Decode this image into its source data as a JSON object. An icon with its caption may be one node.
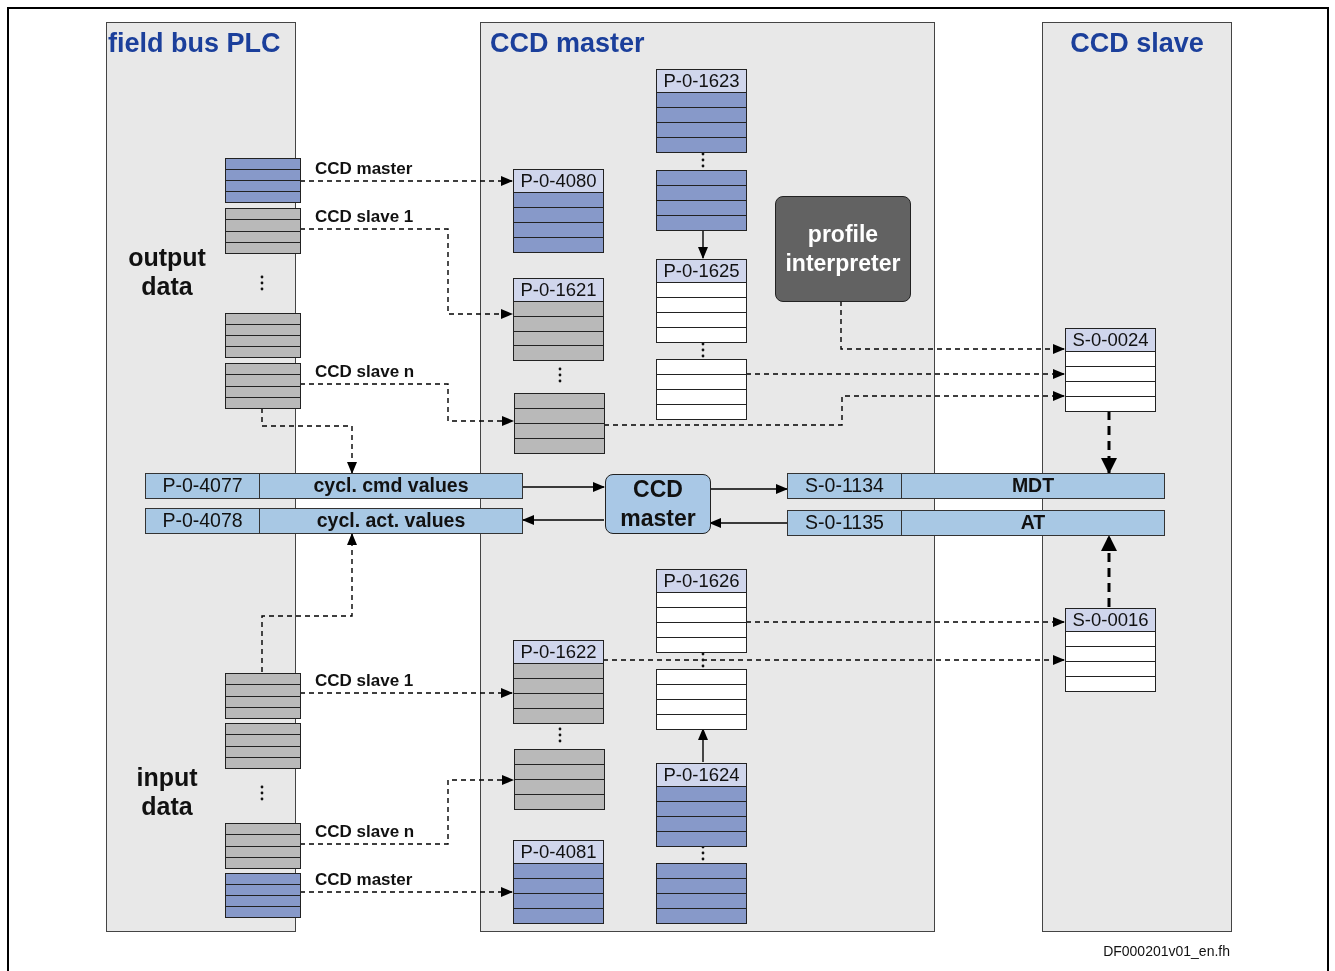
{
  "diagram": {
    "nodes": [
      {
        "text": [
          "field bus PLC"
        ]
      },
      {
        "text": [
          "CCD master"
        ]
      },
      {
        "text": [
          "CCD slave"
        ]
      },
      {
        "text": [],
        "shape": "box",
        "in": 0
      },
      {
        "text": [],
        "shape": "box",
        "in": 0
      },
      {
        "text": [],
        "shape": "box",
        "in": 0
      },
      {
        "text": [],
        "shape": "box",
        "in": 0
      },
      {
        "text": [],
        "shape": "box",
        "in": 0
      },
      {
        "text": [],
        "shape": "box",
        "in": 0
      },
      {
        "text": [],
        "shape": "box",
        "in": 0
      },
      {
        "text": [],
        "shape": "box",
        "in": 0
      },
      {
        "text": [
          "P-0-4080"
        ],
        "in": 1
      },
      {
        "text": [
          "P-0-1621"
        ],
        "in": 1
      },
      {
        "text": [],
        "shape": "box",
        "in": 1
      },
      {
        "text": [
          "P-0-1623"
        ],
        "in": 1
      },
      {
        "text": [],
        "shape": "box",
        "in": 1
      },
      {
        "text": [
          "P-0-1625"
        ],
        "in": 1
      },
      {
        "text": [],
        "shape": "box",
        "in": 1
      },
      {
        "text": [
          "profile interpreter"
        ],
        "in": 1
      },
      {
        "text": [
          "CCD master"
        ],
        "in": 1
      },
      {
        "text": [
          "P-0-1626"
        ],
        "in": 1
      },
      {
        "text": [
          "P-0-1622"
        ],
        "in": 1
      },
      {
        "text": [],
        "shape": "box",
        "in": 1
      },
      {
        "text": [],
        "shape": "box",
        "in": 1
      },
      {
        "text": [
          "P-0-1624"
        ],
        "in": 1
      },
      {
        "text": [
          "P-0-4081"
        ],
        "in": 1
      },
      {
        "text": [],
        "shape": "box",
        "in": 1
      },
      {
        "text": [
          "S-0-0024"
        ],
        "in": 2
      },
      {
        "text": [
          "S-0-0016"
        ],
        "in": 2
      },
      {
        "text": [
          "P-0-4077",
          "cycl. cmd values"
        ]
      },
      {
        "text": [
          "P-0-4078",
          "cycl. act. values"
        ]
      },
      {
        "text": [
          "S-0-1134",
          "MDT"
        ]
      },
      {
        "text": [
          "S-0-1135",
          "AT"
        ]
      }
    ],
    "edges": [
      {
        "from": 3,
        "to": 11,
        "arrow": "to",
        "label": "CCD master",
        "style": "dashed"
      },
      {
        "from": 4,
        "to": 12,
        "arrow": "to",
        "label": "CCD slave 1",
        "style": "dashed"
      },
      {
        "from": 6,
        "to": 13,
        "arrow": "to",
        "label": "CCD slave n",
        "style": "dashed"
      },
      {
        "from": 6,
        "to": 29,
        "arrow": "to",
        "style": "dashed"
      },
      {
        "from": 15,
        "to": 16,
        "arrow": "to"
      },
      {
        "from": 18,
        "to": 27,
        "arrow": "to",
        "style": "dashed"
      },
      {
        "from": 17,
        "to": 27,
        "arrow": "to",
        "style": "dashed"
      },
      {
        "from": 13,
        "to": 27,
        "arrow": "to",
        "style": "dashed"
      },
      {
        "from": 27,
        "to": 31,
        "arrow": "to",
        "style": "dashed"
      },
      {
        "from": 29,
        "to": 19,
        "arrow": "to"
      },
      {
        "from": 19,
        "to": 30,
        "arrow": "to"
      },
      {
        "from": 19,
        "to": 31,
        "arrow": "to"
      },
      {
        "from": 32,
        "to": 19,
        "arrow": "to"
      },
      {
        "from": 28,
        "to": 32,
        "arrow": "to",
        "style": "dashed"
      },
      {
        "from": 7,
        "to": 30,
        "arrow": "to",
        "style": "dashed"
      },
      {
        "from": 7,
        "to": 21,
        "arrow": "to",
        "label": "CCD slave 1",
        "style": "dashed"
      },
      {
        "from": 9,
        "to": 23,
        "arrow": "to",
        "label": "CCD slave n",
        "style": "dashed"
      },
      {
        "from": 10,
        "to": 25,
        "arrow": "to",
        "label": "CCD master",
        "style": "dashed"
      },
      {
        "from": 24,
        "to": 22,
        "arrow": "to"
      },
      {
        "from": 20,
        "to": 28,
        "arrow": "to",
        "style": "dashed"
      },
      {
        "from": 21,
        "to": 28,
        "arrow": "to",
        "style": "dashed"
      }
    ],
    "labels": [
      "output data",
      "input data",
      "DF000201v01_en.fh"
    ]
  }
}
